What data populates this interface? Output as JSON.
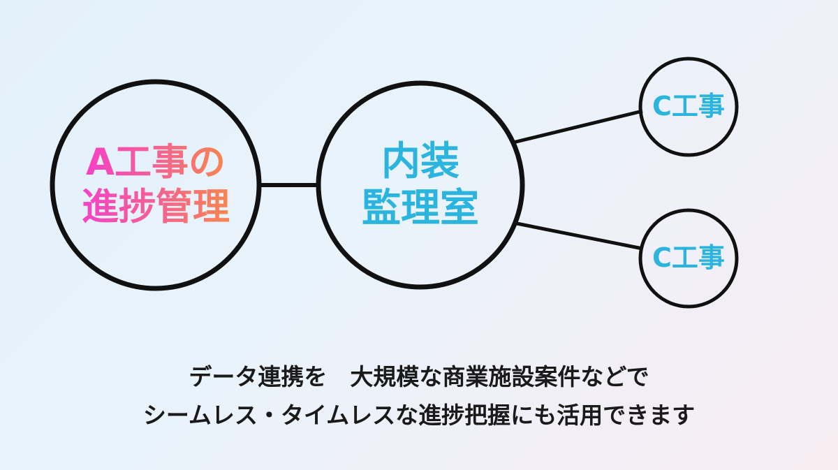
{
  "diagram": {
    "nodes": {
      "a_project": {
        "lines": [
          "A工事の",
          "進捗管理"
        ],
        "text_gradient": [
          "#f542c6",
          "#f7864e"
        ]
      },
      "interior": {
        "lines": [
          "内装",
          "監理室"
        ],
        "color": "#2bb5de"
      },
      "c_project_top": {
        "lines": [
          "C工事"
        ],
        "color": "#2bb5de"
      },
      "c_project_bottom": {
        "lines": [
          "C工事"
        ],
        "color": "#2bb5de"
      }
    },
    "stroke_color": "#111111"
  },
  "caption": {
    "line1": "データ連携を　大規模な商業施設案件などで",
    "line2": "シームレス・タイムレスな進捗把握にも活用できます"
  },
  "colors": {
    "background": [
      "#e3f1fb",
      "#f8eef2"
    ],
    "caption_text": "#1a1a1a"
  }
}
